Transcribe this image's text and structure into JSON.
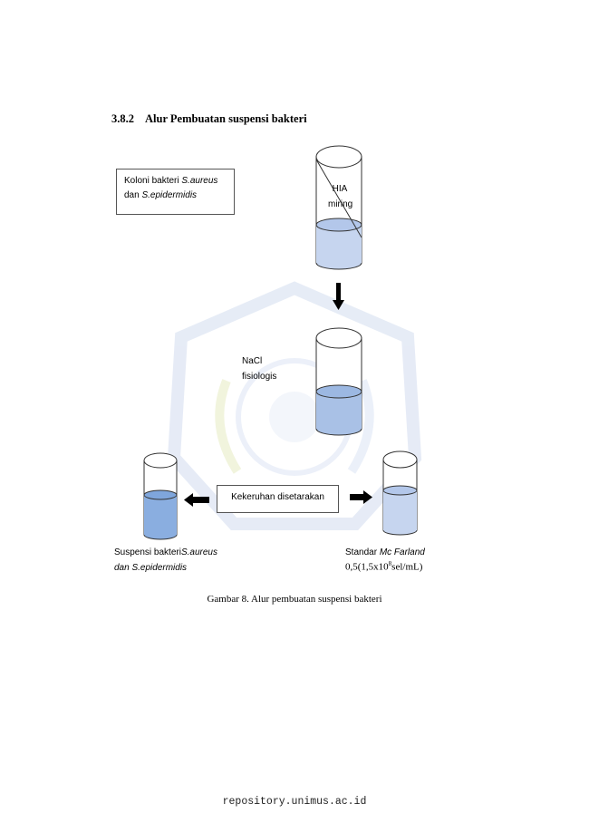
{
  "heading": {
    "number": "3.8.2",
    "title": "Alur Pembuatan suspensi bakteri"
  },
  "boxes": {
    "koloni": {
      "line1_plain": "Koloni bakteri ",
      "line1_italic": "S.aureus",
      "line2_plain": "dan ",
      "line2_italic": "S.epidermidis"
    },
    "keruhan": "Kekeruhan disetarakan"
  },
  "labels": {
    "hia": [
      "HIA",
      "miring"
    ],
    "nacl": [
      "NaCl",
      "fisiologis"
    ],
    "suspensi": {
      "line1_plain": "Suspensi bakteri",
      "line1_italic": "S.aureus",
      "line2_italic": "dan S.epidermidis"
    },
    "standar": {
      "line1_plain": "Standar ",
      "line1_italic": "Mc Farland",
      "line2_pre": "0,5(1,5x10",
      "line2_sup": "8",
      "line2_post": "sel/mL)"
    }
  },
  "caption": "Gambar 8. Alur pembuatan suspensi bakteri",
  "footer": "repository.unimus.ac.id",
  "colors": {
    "liquid_light": "#c6d5ef",
    "liquid_mid": "#a9c1e6",
    "liquid_dark": "#8aaee0",
    "outline": "#333333",
    "watermark": "#cfd9ec"
  }
}
